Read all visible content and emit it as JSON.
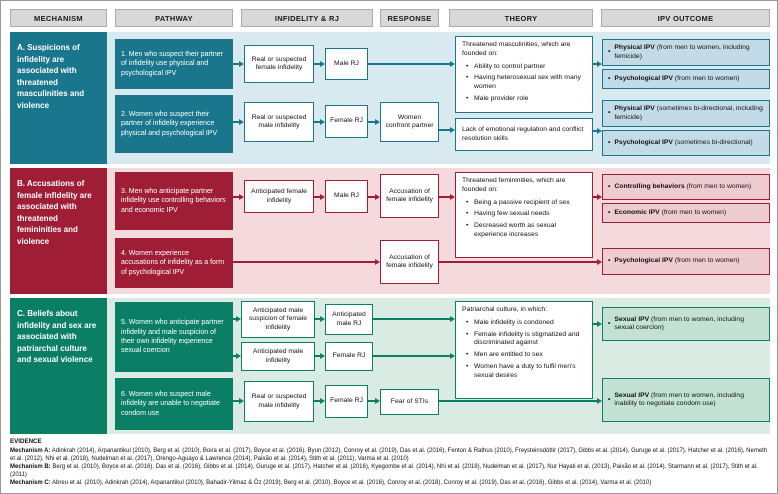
{
  "figure": {
    "columns": [
      "MECHANISM",
      "PATHWAY",
      "INFIDELITY & RJ",
      "RESPONSE",
      "THEORY",
      "IPV OUTCOME"
    ]
  },
  "colors": {
    "teal": "#19768d",
    "maroon": "#a01d36",
    "green": "#0b7f66",
    "teal_band": "#d9e9f0",
    "maroon_band": "#f4d9dd",
    "green_band": "#d9ebe3",
    "header_gray": "#d8d8d8"
  },
  "mechanisms": {
    "a": "A.  Suspicions of infidelity are associated with threatened masculinities and violence",
    "b": "B.  Accusations of female infidelity are associated with threatened femininities and violence",
    "c": "C.  Beliefs about infidelity and sex are associated with patriarchal culture and sexual violence"
  },
  "pathways": {
    "p1": "1. Men who suspect their partner of infidelity use physical and psychological IPV",
    "p2": "2. Women who suspect their partner of infidelity experience physical and psychological IPV",
    "p3": "3. Men who anticipate partner infidelity use controlling behaviors and economic IPV",
    "p4": "4. Women experience accusations of infidelity as a form of psychological IPV",
    "p5": "5. Women who anticipate partner infidelity and male suspicion of their own infidelity experience sexual coercion",
    "p6": "6. Women who suspect male infidelity are unable to negotiate condom use"
  },
  "boxes": {
    "a1_infidelity": "Real or suspected female infidelity",
    "a1_rj": "Male RJ",
    "a2_infidelity": "Real or suspected male infidelity",
    "a2_rj": "Female RJ",
    "a2_response": "Women confront partner",
    "b3_infidelity": "Anticipated female infidelity",
    "b3_rj": "Male RJ",
    "b3_response": "Accusation of female infidelity",
    "b4_response": "Accusation of female infidelity",
    "c5_infidelity1": "Anticipated male suspicion of female infidelity",
    "c5_rj1": "Anticipated male RJ",
    "c5_infidelity2": "Anticipated male infidelity",
    "c5_rj2": "Female RJ",
    "c6_infidelity": "Real or suspected male infidelity",
    "c6_rj": "Female RJ",
    "c6_response": "Fear of STIs"
  },
  "theories": {
    "t1": {
      "intro": "Threatened masculinities, which are founded on:",
      "bullets": [
        "Ability to control partner",
        "Having heterosexual sex with many women",
        "Male provider role"
      ]
    },
    "t2": {
      "intro": "Lack of emotional regulation and conflict resolution skills"
    },
    "t3": {
      "intro": "Threatened femininities, which are founded on:",
      "bullets": [
        "Being a passive recipient of sex",
        "Having few sexual needs",
        "Decreased worth as sexual experience increases"
      ]
    },
    "t5": {
      "intro": "Patriarchal culture, in which:",
      "bullets": [
        "Male infidelity is condoned",
        "Female infidelity is stigmatized and discriminated against",
        "Men are entitled to sex",
        "Women have a duty to fulfil men's sexual desires"
      ]
    }
  },
  "outcomes": {
    "o1a": {
      "bold": "Physical IPV",
      "rest": " (from men to women, including femicide)"
    },
    "o1b": {
      "bold": "Psychological IPV",
      "rest": " (from men to women)"
    },
    "o2a": {
      "bold": "Physical IPV",
      "rest": " (sometimes bi-directional, including femicide)"
    },
    "o2b": {
      "bold": "Psychological IPV",
      "rest": " (sometimes bi-directional)"
    },
    "o3a": {
      "bold": "Controlling behaviors",
      "rest": " (from men to women)"
    },
    "o3b": {
      "bold": "Economic IPV",
      "rest": " (from men to women)"
    },
    "o4": {
      "bold": "Psychological IPV",
      "rest": " (from men to women)"
    },
    "o5": {
      "bold": "Sexual IPV",
      "rest": " (from men to women, including sexual coercion)"
    },
    "o6": {
      "bold": "Sexual IPV",
      "rest": " (from men to women, including inability to negotiate condom use)"
    }
  },
  "evidence": {
    "title": "EVIDENCE",
    "entries": [
      {
        "label": "Mechanism A:",
        "text": "Adinkrah (2014), Arpanantikul (2010), Berg et al. (2010), Boira et al. (2017), Boyce et al. (2016), Byun (2012), Conroy et al. (2019), Das et al. (2016), Fenton & Rathus (2010), Freysteinsdóttir (2017), Gibbs et al. (2014), Guruge et al. (2017), Hatcher et al. (2016), Nemeth et al. (2012), Nhi et al. (2018), Nudelman et al. (2017), Orengo-Aguayo & Lawrence (2014), Paixão et al. (2014), Stith et al. (2011), Varma et al. (2010)"
      },
      {
        "label": "Mechanism B:",
        "text": "Berg et al. (2010), Boyce et al. (2016), Das et al. (2016), Gibbs et al. (2014), Guruge et al. (2017), Hatcher et al. (2016), Kyegombe et al. (2014), Nhi et al. (2018), Nudelman et al. (2017), Nur Hayati et al. (2013), Paixão et al. (2014), Starmann et al. (2017), Stith et al. (2011)"
      },
      {
        "label": "Mechanism C:",
        "text": "Abreu et al. (2010), Adinkrah (2014), Arpanantikul (2010), Bahadir-Yilmaz & Öz (2019), Berg et al. (2010), Boyce et al. (2016), Conroy et al. (2018), Conroy et al. (2019), Das et al. (2016), Gibbs et al. (2014), Varma et al. (2010)"
      }
    ]
  }
}
